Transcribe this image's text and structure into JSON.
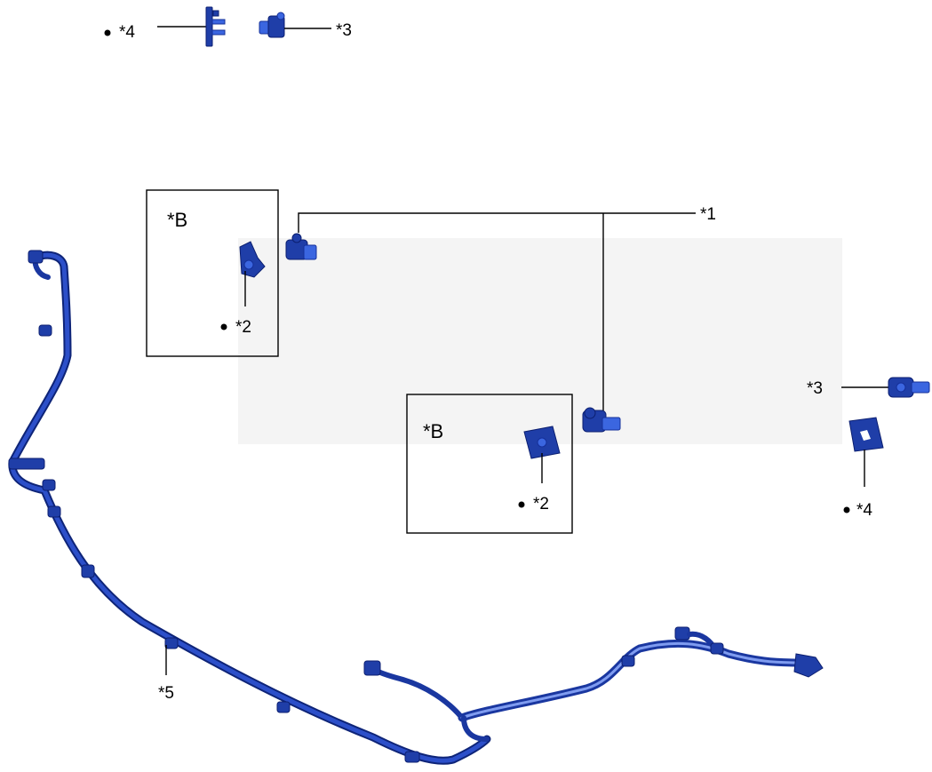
{
  "labels": {
    "legend_star4": "*4",
    "legend_star3": "*3",
    "callout_1": "*1",
    "box_b_left": "*B",
    "box_b_left_part": "*2",
    "box_b_center": "*B",
    "box_b_center_part": "*2",
    "right_star3": "*3",
    "right_star4": "*4",
    "harness_label": "*5"
  },
  "colors": {
    "part_dark": "#1f3ea8",
    "part_light": "#3b66e0",
    "harness_main": "#1a37a0",
    "harness_highlight": "#7f9cf0",
    "background_shade": "#f4f4f4"
  }
}
